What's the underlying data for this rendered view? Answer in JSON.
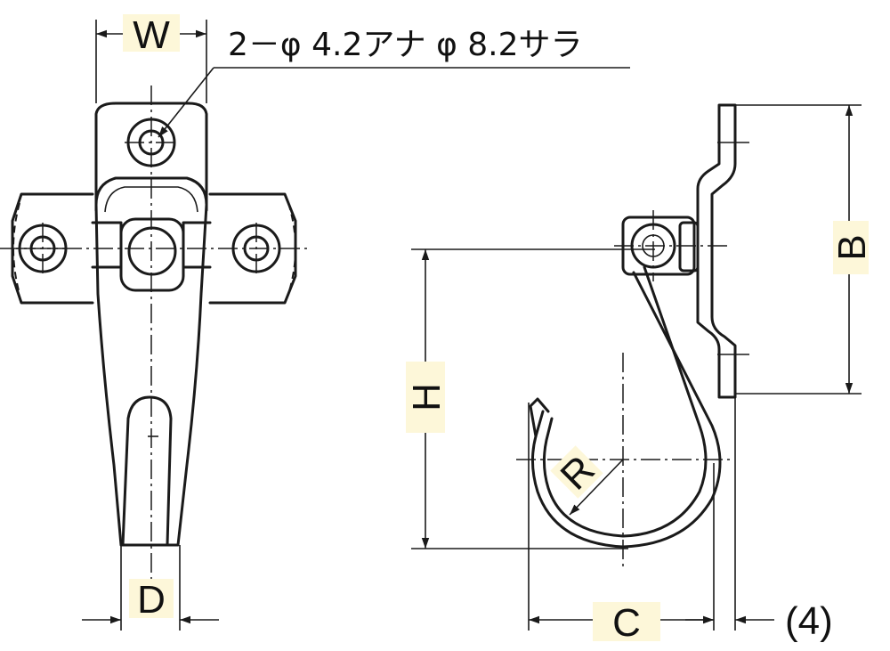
{
  "dimensions": {
    "width_label": "W",
    "depth_label": "D",
    "height_label": "H",
    "base_label": "B",
    "reach_label": "C",
    "radius_label": "R",
    "thickness_label": "(4)"
  },
  "hole_note": "2－φ 4.2アナ φ 8.2サラ",
  "colors": {
    "line": "#1a1a1a",
    "label_highlight": "#fdf7d9"
  }
}
